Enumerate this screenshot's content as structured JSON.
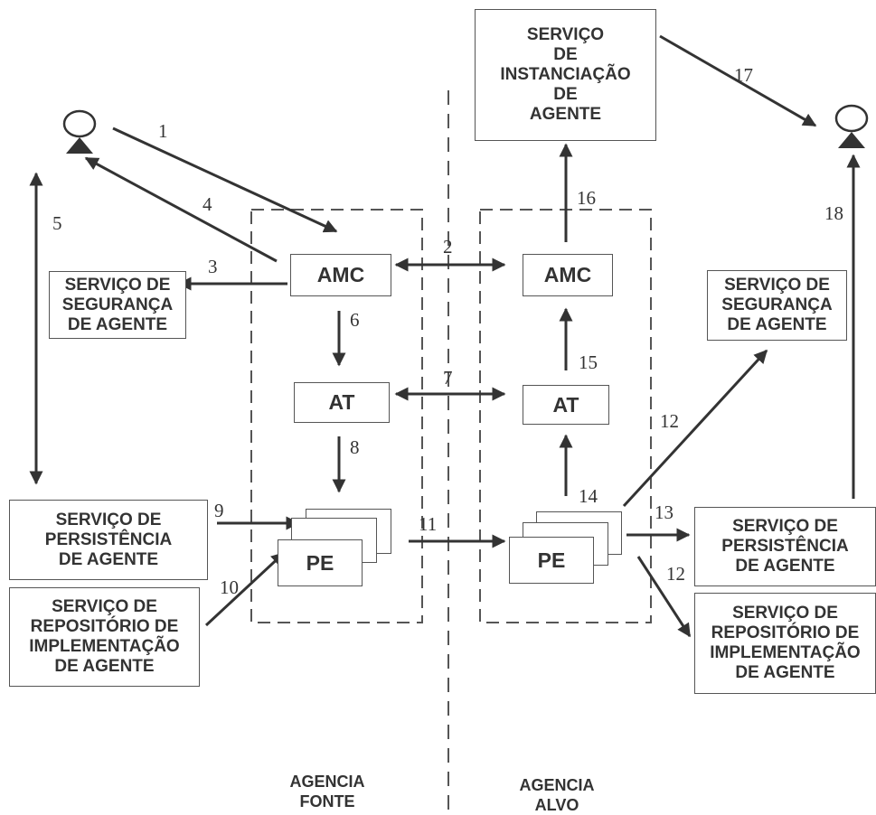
{
  "colors": {
    "ink": "#333333",
    "line": "#555555",
    "background": "#ffffff"
  },
  "services": {
    "instanciacao": [
      "SERVIÇO",
      "DE",
      "INSTANCIAÇÃO",
      "DE",
      "AGENTE"
    ],
    "seguranca_fonte": [
      "SERVIÇO DE",
      "SEGURANÇA",
      "DE AGENTE"
    ],
    "seguranca_alvo": [
      "SERVIÇO DE",
      "SEGURANÇA",
      "DE AGENTE"
    ],
    "persistencia_fonte": [
      "SERVIÇO DE",
      "PERSISTÊNCIA",
      "DE AGENTE"
    ],
    "persistencia_alvo": [
      "SERVIÇO DE",
      "PERSISTÊNCIA",
      "DE AGENTE"
    ],
    "repositorio_fonte": [
      "SERVIÇO DE",
      "REPOSITÓRIO DE",
      "IMPLEMENTAÇÃO",
      "DE AGENTE"
    ],
    "repositorio_alvo": [
      "SERVIÇO DE",
      "REPOSITÓRIO DE",
      "IMPLEMENTAÇÃO",
      "DE AGENTE"
    ]
  },
  "components": {
    "amc": "AMC",
    "at": "AT",
    "pe": "PE"
  },
  "agencies": {
    "fonte": [
      "AGENCIA",
      "FONTE"
    ],
    "alvo": [
      "AGENCIA",
      "ALVO"
    ]
  },
  "steps": [
    "1",
    "2",
    "3",
    "4",
    "5",
    "6",
    "7",
    "8",
    "9",
    "10",
    "11",
    "12",
    "12",
    "13",
    "14",
    "15",
    "16",
    "17",
    "18"
  ],
  "icons": {
    "user_left": "user-icon",
    "user_right": "user-icon"
  }
}
